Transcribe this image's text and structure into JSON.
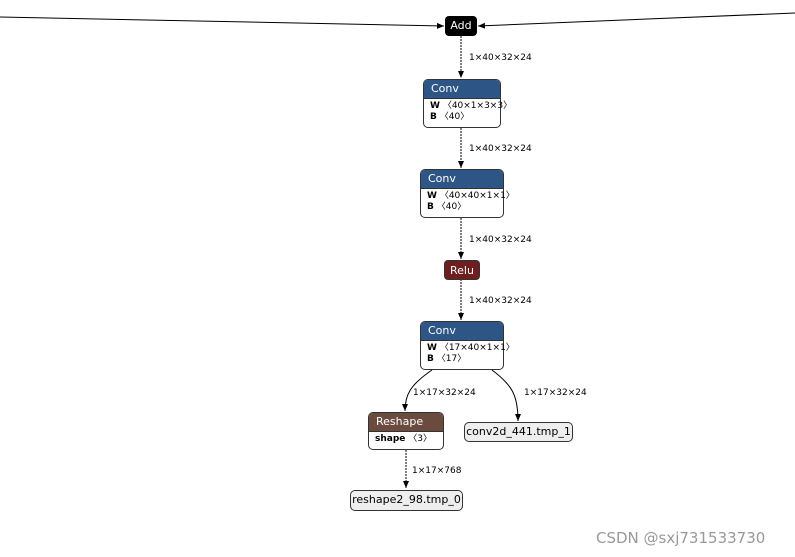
{
  "colors": {
    "conv": "#2d5586",
    "relu": "#6e1e1e",
    "reshape": "#6b4b3e",
    "add": "#000000",
    "tensor_bg": "#eeeeee"
  },
  "nodes": {
    "add": {
      "label": "Add"
    },
    "conv1": {
      "label": "Conv",
      "attrs": [
        {
          "name": "W",
          "value": "〈40×1×3×3〉"
        },
        {
          "name": "B",
          "value": "〈40〉"
        }
      ]
    },
    "conv2": {
      "label": "Conv",
      "attrs": [
        {
          "name": "W",
          "value": "〈40×40×1×1〉"
        },
        {
          "name": "B",
          "value": "〈40〉"
        }
      ]
    },
    "relu": {
      "label": "Relu"
    },
    "conv3": {
      "label": "Conv",
      "attrs": [
        {
          "name": "W",
          "value": "〈17×40×1×1〉"
        },
        {
          "name": "B",
          "value": "〈17〉"
        }
      ]
    },
    "reshape": {
      "label": "Reshape",
      "attrs": [
        {
          "name": "shape",
          "value": "〈3〉"
        }
      ]
    },
    "out_conv": {
      "label": "conv2d_441.tmp_1"
    },
    "out_reshape": {
      "label": "reshape2_98.tmp_0"
    }
  },
  "edges": {
    "add_conv1": "1×40×32×24",
    "conv1_conv2": "1×40×32×24",
    "conv2_relu": "1×40×32×24",
    "relu_conv3": "1×40×32×24",
    "conv3_reshape": "1×17×32×24",
    "conv3_out": "1×17×32×24",
    "reshape_out": "1×17×768"
  },
  "watermark": "CSDN @sxj731533730"
}
